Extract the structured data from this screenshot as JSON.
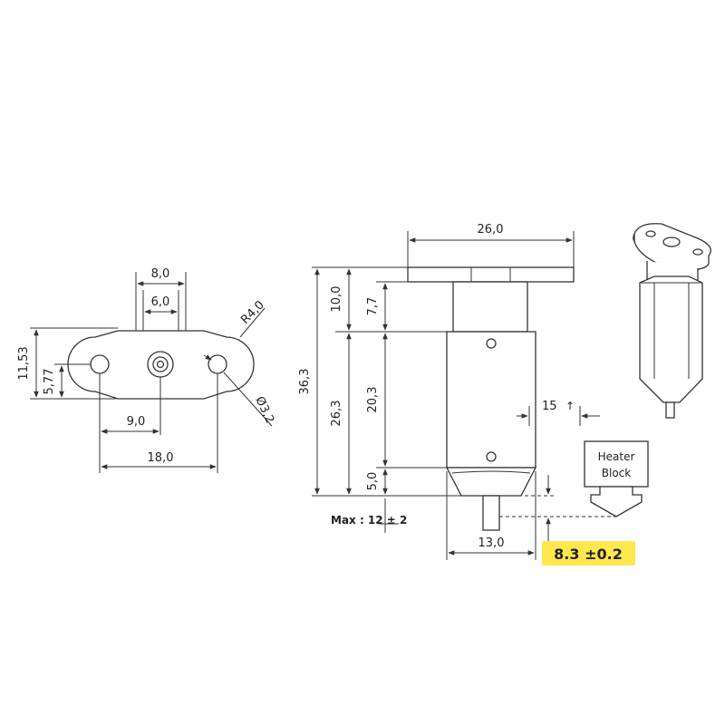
{
  "colors": {
    "line": "#333333",
    "highlight": "#ffe84d",
    "highlight_text": "#111111"
  },
  "mount": {
    "dim_top_outer": "8,0",
    "dim_top_inner": "6,0",
    "radius": "R4,0",
    "height_total": "11,53",
    "height_half": "5,77",
    "half_span": "9,0",
    "full_span": "18,0",
    "hole_dia": "Ø3,2"
  },
  "sensor": {
    "width_top": "26,0",
    "total_height": "36,3",
    "upper_height": "10,0",
    "body_height": "26,3",
    "neck_height": "7,7",
    "body_inner": "20,3",
    "tip_height": "5,0",
    "side_offset": "15",
    "max_travel": "Max : 12 ± 2",
    "bottom_width": "13,0",
    "heater_block_line1": "Heater",
    "heater_block_line2": "Block",
    "nozzle_offset": "8.3 ±0.2"
  }
}
